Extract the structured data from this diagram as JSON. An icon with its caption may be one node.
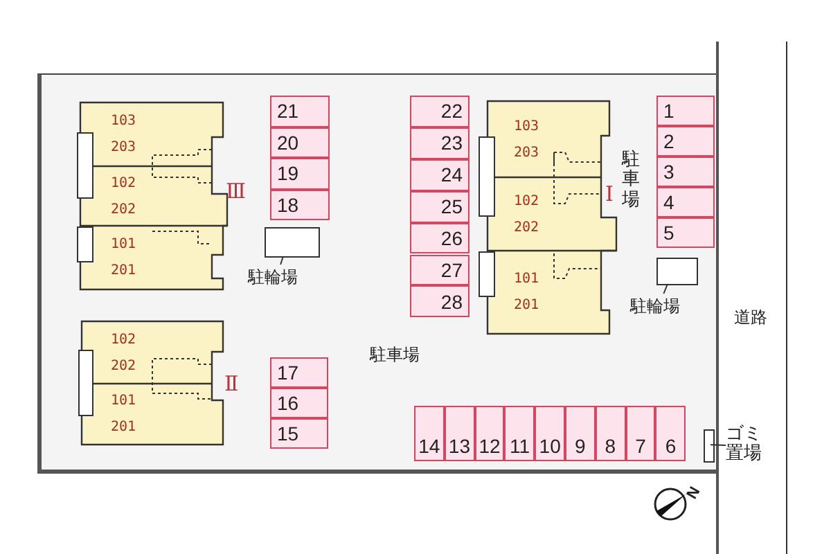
{
  "diagram": {
    "nodes": [
      {
        "text": [],
        "shape": "box"
      },
      {
        "text": [
          "Ⅲ"
        ],
        "in": 0
      },
      {
        "text": [
          "103",
          "203"
        ],
        "in": 1
      },
      {
        "text": [
          "102",
          "202"
        ],
        "in": 1
      },
      {
        "text": [
          "101",
          "201"
        ],
        "in": 1
      },
      {
        "text": [
          "21"
        ],
        "in": 0
      },
      {
        "text": [
          "20"
        ],
        "in": 0
      },
      {
        "text": [
          "19"
        ],
        "in": 0
      },
      {
        "text": [
          "18"
        ],
        "in": 0
      },
      {
        "text": [],
        "shape": "box",
        "in": 0
      },
      {
        "text": [
          "駐輪場"
        ],
        "in": 0
      },
      {
        "text": [
          "22"
        ],
        "in": 0
      },
      {
        "text": [
          "23"
        ],
        "in": 0
      },
      {
        "text": [
          "24"
        ],
        "in": 0
      },
      {
        "text": [
          "25"
        ],
        "in": 0
      },
      {
        "text": [
          "26"
        ],
        "in": 0
      },
      {
        "text": [
          "27"
        ],
        "in": 0
      },
      {
        "text": [
          "28"
        ],
        "in": 0
      },
      {
        "text": [
          "Ⅰ"
        ],
        "in": 0
      },
      {
        "text": [
          "103",
          "203"
        ],
        "in": 18
      },
      {
        "text": [
          "102",
          "202"
        ],
        "in": 18
      },
      {
        "text": [
          "101",
          "201"
        ],
        "in": 18
      },
      {
        "text": [
          "1"
        ],
        "in": 0
      },
      {
        "text": [
          "2"
        ],
        "in": 0
      },
      {
        "text": [
          "3"
        ],
        "in": 0
      },
      {
        "text": [
          "4"
        ],
        "in": 0
      },
      {
        "text": [
          "5"
        ],
        "in": 0
      },
      {
        "text": [],
        "shape": "box",
        "in": 0
      },
      {
        "text": [
          "駐輪場"
        ],
        "in": 0
      },
      {
        "text": [
          "Ⅱ"
        ],
        "in": 0
      },
      {
        "text": [
          "102",
          "202"
        ],
        "in": 29
      },
      {
        "text": [
          "101",
          "201"
        ],
        "in": 29
      },
      {
        "text": [
          "17"
        ],
        "in": 0
      },
      {
        "text": [
          "16"
        ],
        "in": 0
      },
      {
        "text": [
          "15"
        ],
        "in": 0
      },
      {
        "text": [
          "14"
        ],
        "in": 0
      },
      {
        "text": [
          "13"
        ],
        "in": 0
      },
      {
        "text": [
          "12"
        ],
        "in": 0
      },
      {
        "text": [
          "11"
        ],
        "in": 0
      },
      {
        "text": [
          "10"
        ],
        "in": 0
      },
      {
        "text": [
          "9"
        ],
        "in": 0
      },
      {
        "text": [
          "8"
        ],
        "in": 0
      },
      {
        "text": [
          "7"
        ],
        "in": 0
      },
      {
        "text": [
          "6"
        ],
        "in": 0
      },
      {
        "text": [],
        "shape": "box",
        "in": 0
      },
      {
        "text": [
          "ゴミ置場"
        ]
      }
    ],
    "edges": [
      {
        "from": 10,
        "to": 9,
        "arrow": "none"
      },
      {
        "from": 28,
        "to": 27,
        "arrow": "none"
      },
      {
        "from": 45,
        "to": 44,
        "arrow": "none"
      }
    ],
    "labels": [
      "駐車場",
      "駐車場",
      "道路",
      "N"
    ]
  }
}
